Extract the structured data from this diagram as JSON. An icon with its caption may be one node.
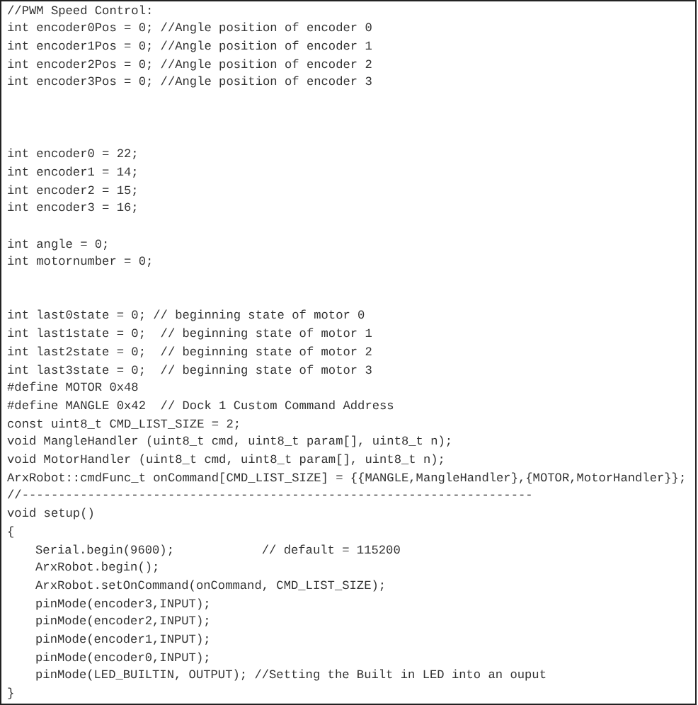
{
  "diagram": {
    "labels": [
      "//PWM Speed Control:",
      "int encoder0Pos = 0; //Angle position of encoder 0",
      "int encoder1Pos = 0; //Angle position of encoder 1",
      "int encoder2Pos = 0; //Angle position of encoder 2",
      "int encoder3Pos = 0; //Angle position of encoder 3",
      "int encoder0 = 22;",
      "int encoder1 = 14;",
      "int encoder2 = 15;",
      "int encoder3 = 16;",
      "int angle = 0;",
      "int motornumber = 0;",
      "int last0state = 0; // beginning state of motor 0",
      "int last1state = 0;  // beginning state of motor 1",
      "int last2state = 0;  // beginning state of motor 2",
      "int last3state = 0;  // beginning state of motor 3",
      "#define MOTOR 0x48",
      "#define MANGLE 0x42  // Dock 1 Custom Command Address",
      "const uint8_t CMD_LIST_SIZE = 2;",
      "void MangleHandler (uint8_t cmd, uint8_t param[], uint8_t n);",
      "void MotorHandler (uint8_t cmd, uint8_t param[], uint8_t n);",
      "ArxRobot::cmdFunc_t onCommand[CMD_LIST_SIZE] = {{MANGLE,MangleHandler},{MOTOR,MotorHandler}};",
      "//----------------------------------------------------------------------",
      "void setup()",
      "{",
      "Serial.begin(9600);            // default = 115200",
      "ArxRobot.begin();",
      "ArxRobot.setOnCommand(onCommand, CMD_LIST_SIZE);",
      "pinMode(encoder3,INPUT);",
      "pinMode(encoder2,INPUT);",
      "pinMode(encoder1,INPUT);",
      "pinMode(encoder0,INPUT);",
      "pinMode(LED_BUILTIN, OUTPUT); //Setting the Built in LED into an ouput",
      "}"
    ]
  }
}
